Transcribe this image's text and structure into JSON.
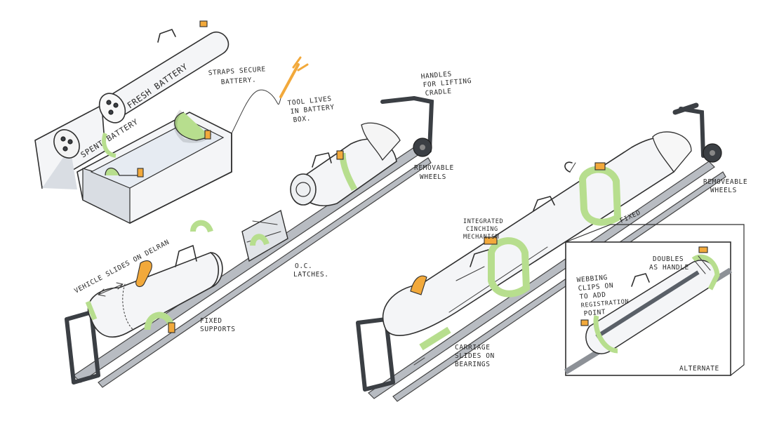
{
  "labels": {
    "straps": [
      "STRAPS SECURE",
      "BATTERY."
    ],
    "fresh_battery": "FRESH BATTERY",
    "spent_battery": "SPENT BATTERY",
    "tool": [
      "TOOL LIVES",
      "IN BATTERY",
      "BOX."
    ],
    "handles": [
      "HANDLES",
      "FOR LIFTING",
      "CRADLE"
    ],
    "removable_wheels_left": [
      "REMOVABLE",
      "WHEELS"
    ],
    "vehicle_slides": "VEHICLE SLIDES ON DELRAN",
    "oc_latches": [
      "O.C.",
      "LATCHES."
    ],
    "fixed_supports": [
      "FIXED",
      "SUPPORTS"
    ],
    "integrated_cinching": [
      "INTEGRATED",
      "CINCHING",
      "MECHANISM"
    ],
    "fixed": "FIXED",
    "removable_wheels_right": [
      "REMOVEABLE",
      "WHEELS"
    ],
    "carriage": [
      "CARRIAGE",
      "SLIDES ON",
      "BEARINGS"
    ],
    "doubles_handle": [
      "DOUBLES",
      "AS HANDLE"
    ],
    "webbing": [
      "WEBBING",
      "CLIPS ON",
      "TO ADD",
      "REGISTRATION",
      "POINT"
    ],
    "alternate": "ALTERNATE"
  },
  "colors": {
    "strap_green": "#b7de8e",
    "latch_orange": "#f2a93b",
    "frame_grey": "#b8bcc2",
    "ink": "#2f2f2f"
  }
}
